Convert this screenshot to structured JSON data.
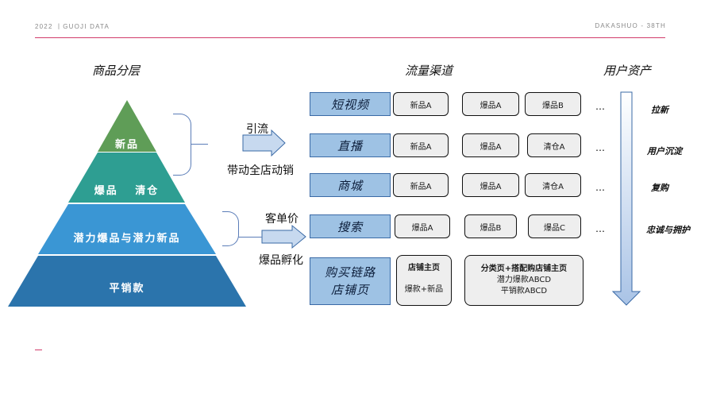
{
  "header": {
    "left": "2022 丨GUOJI DATA",
    "right": "DAKASHUO - 38TH"
  },
  "columns": {
    "tiers": "商品分层",
    "channels": "流量渠道",
    "assets": "用户资产"
  },
  "pyramid": {
    "levels": [
      {
        "label": "新品",
        "color": "#5f9d57"
      },
      {
        "label": "爆品　 清仓",
        "color": "#2e9e92"
      },
      {
        "label": "潜力爆品与潜力新品",
        "color": "#3a96d4"
      },
      {
        "label": "平销款",
        "color": "#2b74ac"
      }
    ]
  },
  "arrows": {
    "upper_top": "引流",
    "upper_bottom": "带动全店动销",
    "lower_top": "客单价",
    "lower_bottom": "爆品孵化"
  },
  "channels": [
    {
      "name": "短视频",
      "items": [
        "新品A",
        "爆品A",
        "爆品B"
      ],
      "more": "…"
    },
    {
      "name": "直播",
      "items": [
        "新品A",
        "爆品A",
        "清仓A"
      ],
      "more": "…"
    },
    {
      "name": "商城",
      "items": [
        "新品A",
        "爆品A",
        "清仓A"
      ],
      "more": "…"
    },
    {
      "name": "搜索",
      "items": [
        "爆品A",
        "爆品B",
        "爆品C"
      ],
      "more": "…"
    }
  ],
  "purchase": {
    "name_line1": "购买链路",
    "name_line2": "店铺页",
    "box1": {
      "title": "店铺主页",
      "line": "爆款+新品"
    },
    "box2": {
      "title": "分类页+搭配购店铺主页",
      "line1": "潜力爆款ABCD",
      "line2": "平销款ABCD"
    }
  },
  "assets": [
    "拉新",
    "用户沉淀",
    "复购",
    "忠诚与拥护"
  ],
  "colors": {
    "accent_line": "#d23c6a",
    "channel_fill": "#9ec2e4",
    "arrow_fill": "#c7d9ef"
  }
}
